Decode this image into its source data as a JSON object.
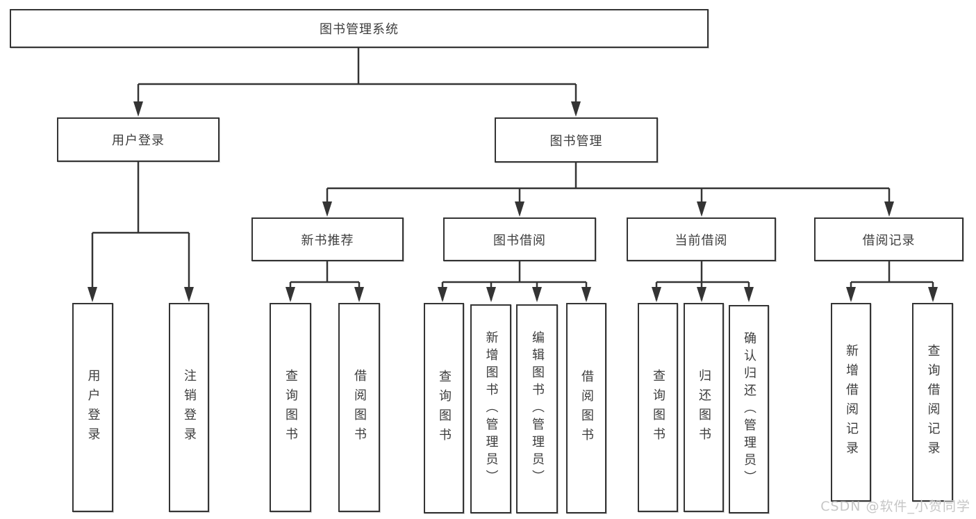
{
  "diagram_title": "图书管理系统",
  "watermark": "CSDN @软件_小贺同学",
  "colors": {
    "line": "#343434",
    "border": "#343434",
    "text": "#3d3d3d",
    "background": "#ffffff",
    "watermark": "#c6c6c6"
  },
  "nodes": {
    "root": {
      "label": "图书管理系统"
    },
    "user_login": {
      "label": "用户登录"
    },
    "book_mgmt": {
      "label": "图书管理"
    },
    "new_book_rec": {
      "label": "新书推荐"
    },
    "book_borrow": {
      "label": "图书借阅"
    },
    "current_borrow": {
      "label": "当前借阅"
    },
    "borrow_record": {
      "label": "借阅记录"
    },
    "leaf_login": {
      "label": "用户登录"
    },
    "leaf_logout": {
      "label": "注销登录"
    },
    "leaf_nbr_query": {
      "label": "查询图书"
    },
    "leaf_nbr_borrow": {
      "label": "借阅图书"
    },
    "leaf_bb_query": {
      "label": "查询图书"
    },
    "leaf_bb_add": {
      "label": "新增图书（管理员）"
    },
    "leaf_bb_edit": {
      "label": "编辑图书（管理员）"
    },
    "leaf_bb_borrow": {
      "label": "借阅图书"
    },
    "leaf_cb_query": {
      "label": "查询图书"
    },
    "leaf_cb_return": {
      "label": "归还图书"
    },
    "leaf_cb_confirm": {
      "label": "确认归还（管理员）"
    },
    "leaf_br_add": {
      "label": "新增借阅记录"
    },
    "leaf_br_query": {
      "label": "查询借阅记录"
    }
  },
  "hierarchy": {
    "图书管理系统": {
      "用户登录": [
        "用户登录",
        "注销登录"
      ],
      "图书管理": {
        "新书推荐": [
          "查询图书",
          "借阅图书"
        ],
        "图书借阅": [
          "查询图书",
          "新增图书（管理员）",
          "编辑图书（管理员）",
          "借阅图书"
        ],
        "当前借阅": [
          "查询图书",
          "归还图书",
          "确认归还（管理员）"
        ],
        "借阅记录": [
          "新增借阅记录",
          "查询借阅记录"
        ]
      }
    }
  }
}
